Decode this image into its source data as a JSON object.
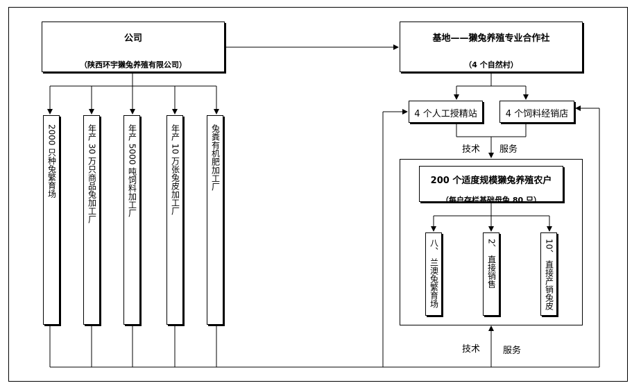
{
  "company": {
    "title": "公司",
    "subtitle": "（陕西环宇獭兔养殖有限公司）"
  },
  "base": {
    "title": "基地——獭兔养殖专业合作社",
    "subtitle": "（4 个自然村）"
  },
  "company_units": [
    "2000 只种兔繁育场",
    "年产 30 万只商品兔加工厂",
    "年产 5000 吨饲料加工厂",
    "年产 10 万张兔皮加工厂",
    "兔粪有机肥加工厂"
  ],
  "stations": {
    "left": "4 个人工授精站",
    "right": "4 个饲料经销店"
  },
  "service_top": {
    "tech": "技术",
    "service": "服务"
  },
  "farmers": {
    "title": "200 个适度规模獭兔养殖农户",
    "subtitle": "（每户存栏基础母兔 80 只）"
  },
  "farmer_units": [
    "八、 兰澳兔繁育场",
    "2、 直接销售",
    "10、 直接产销兔皮"
  ],
  "service_bottom": {
    "tech": "技术",
    "service": "服务"
  }
}
